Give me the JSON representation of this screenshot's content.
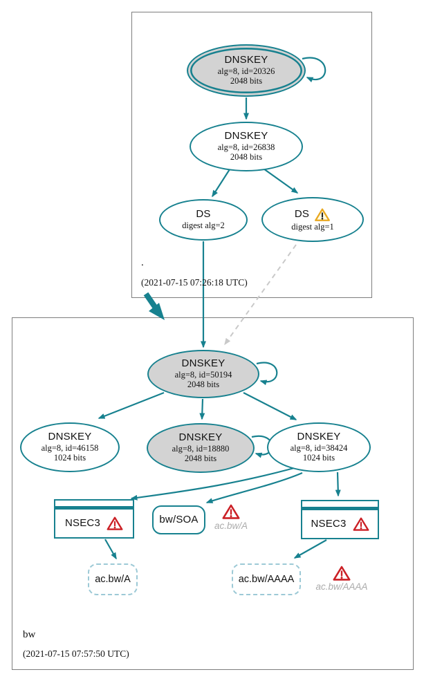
{
  "colors": {
    "edge_secure_teal": "#17818f",
    "node_fill_gray": "#d3d3d3",
    "warning_red": "#cb2026",
    "warning_yellow": "#e9a820",
    "insecure_edge_gray": "#c9c9c9",
    "dashed_node_border": "#9cc9d6",
    "muted_caption_gray": "#ababab",
    "zone_box_border": "#7d7d7d"
  },
  "zones": {
    "root": {
      "name": ".",
      "timestamp": "(2021-07-15 07:26:18 UTC)"
    },
    "bw": {
      "name": "bw",
      "timestamp": "(2021-07-15 07:57:50 UTC)"
    }
  },
  "nodes": {
    "dnskey_20326": {
      "title": "DNSKEY",
      "detail1": "alg=8, id=20326",
      "detail2": "2048 bits"
    },
    "dnskey_26838": {
      "title": "DNSKEY",
      "detail1": "alg=8, id=26838",
      "detail2": "2048 bits"
    },
    "ds_digest2": {
      "title": "DS",
      "detail1": "digest alg=2"
    },
    "ds_digest1": {
      "title": "DS",
      "detail1": "digest alg=1"
    },
    "dnskey_50194": {
      "title": "DNSKEY",
      "detail1": "alg=8, id=50194",
      "detail2": "2048 bits"
    },
    "dnskey_46158": {
      "title": "DNSKEY",
      "detail1": "alg=8, id=46158",
      "detail2": "1024 bits"
    },
    "dnskey_18880": {
      "title": "DNSKEY",
      "detail1": "alg=8, id=18880",
      "detail2": "2048 bits"
    },
    "dnskey_38424": {
      "title": "DNSKEY",
      "detail1": "alg=8, id=38424",
      "detail2": "1024 bits"
    },
    "nsec3_left": {
      "title": "NSEC3"
    },
    "nsec3_right": {
      "title": "NSEC3"
    },
    "soa_bw": {
      "title": "bw/SOA"
    },
    "rrset_ac_bw_a": {
      "title": "ac.bw/A"
    },
    "rrset_ac_bw_aaaa": {
      "title": "ac.bw/AAAA"
    },
    "warning_ac_bw_a": {
      "caption": "ac.bw/A"
    },
    "warning_ac_bw_aaaa": {
      "caption": "ac.bw/AAAA"
    }
  }
}
